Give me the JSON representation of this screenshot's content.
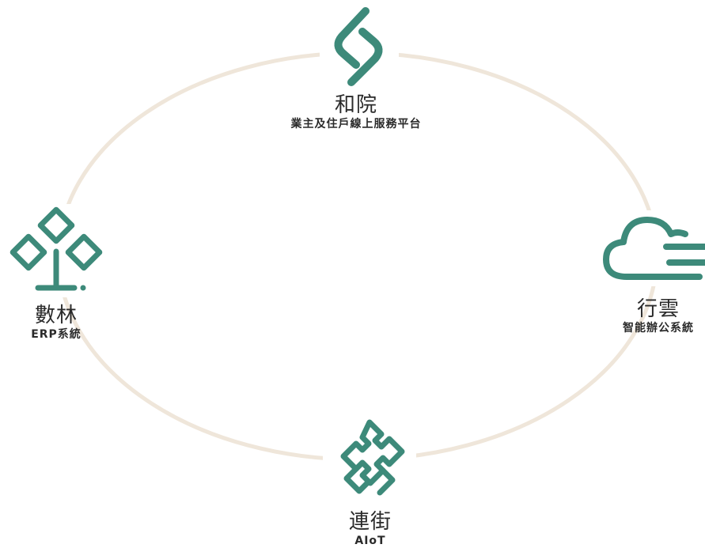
{
  "colors": {
    "ring": "#efe6da",
    "icon": "#3d8a7a"
  },
  "nodes": {
    "top": {
      "title": "和院",
      "subtitle": "業主及住戶線上服務平台",
      "icon": "link-icon"
    },
    "left": {
      "title": "數林",
      "subtitle": "ERP系統",
      "icon": "tree-icon"
    },
    "right": {
      "title": "行雲",
      "subtitle": "智能辦公系統",
      "icon": "cloud-icon"
    },
    "bottom": {
      "title": "連街",
      "subtitle": "AIoT",
      "icon": "puzzle-icon"
    }
  }
}
